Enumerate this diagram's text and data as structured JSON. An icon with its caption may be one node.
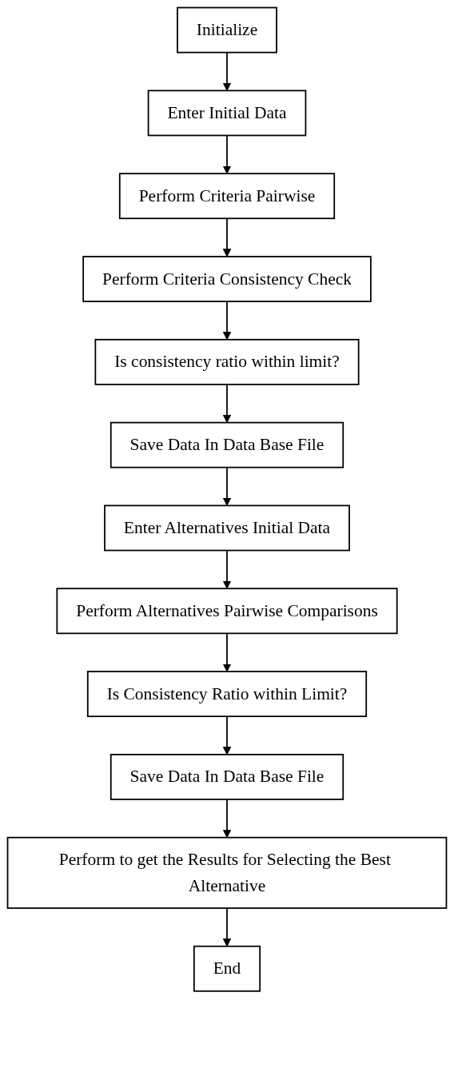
{
  "diagram": {
    "nodes": [
      {
        "text": [
          "Initialize"
        ]
      },
      {
        "text": [
          "Enter Initial Data"
        ]
      },
      {
        "text": [
          "Perform Criteria Pairwise"
        ]
      },
      {
        "text": [
          "Perform Criteria Consistency Check"
        ]
      },
      {
        "text": [
          "Is consistency ratio within limit?"
        ]
      },
      {
        "text": [
          "Save Data In Data Base File"
        ]
      },
      {
        "text": [
          "Enter Alternatives Initial Data"
        ]
      },
      {
        "text": [
          "Perform Alternatives Pairwise Comparisons"
        ]
      },
      {
        "text": [
          "Is Consistency Ratio within Limit?"
        ]
      },
      {
        "text": [
          "Save Data In Data Base File"
        ]
      },
      {
        "text": [
          "Perform to get the Results for Selecting the Best Alternative"
        ]
      },
      {
        "text": [
          "End"
        ]
      }
    ],
    "edges": [
      {
        "from": 0,
        "to": 1,
        "arrow": "to"
      },
      {
        "from": 1,
        "to": 2,
        "arrow": "to"
      },
      {
        "from": 2,
        "to": 3,
        "arrow": "to"
      },
      {
        "from": 3,
        "to": 4,
        "arrow": "to"
      },
      {
        "from": 4,
        "to": 5,
        "arrow": "to"
      },
      {
        "from": 5,
        "to": 6,
        "arrow": "to"
      },
      {
        "from": 6,
        "to": 7,
        "arrow": "to"
      },
      {
        "from": 7,
        "to": 8,
        "arrow": "to"
      },
      {
        "from": 8,
        "to": 9,
        "arrow": "to"
      },
      {
        "from": 9,
        "to": 10,
        "arrow": "to"
      },
      {
        "from": 10,
        "to": 11,
        "arrow": "to"
      }
    ]
  }
}
